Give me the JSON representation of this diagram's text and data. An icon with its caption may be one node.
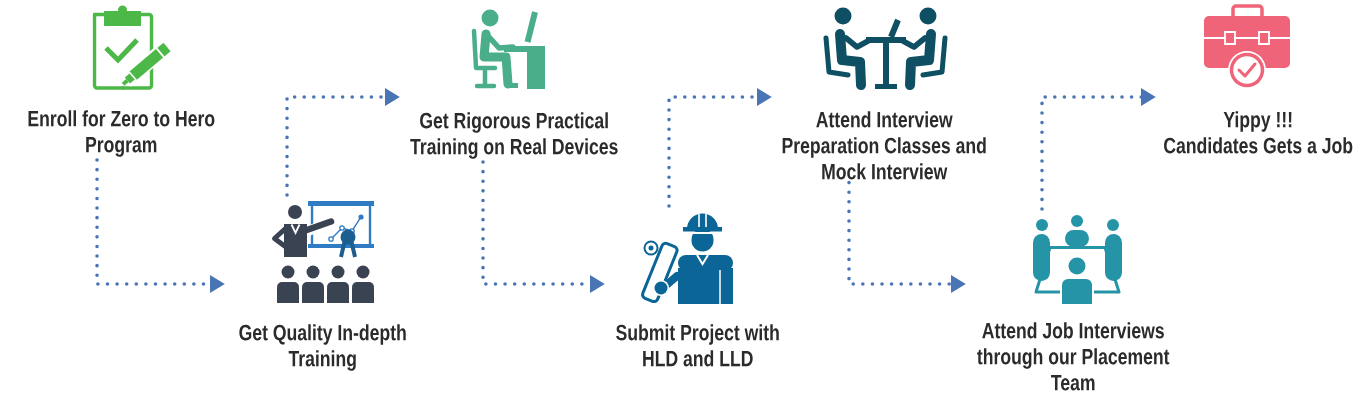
{
  "diagram": {
    "nodes": [
      {
        "text": [
          "Enroll for Zero to Hero Program"
        ]
      },
      {
        "text": [
          "Get Quality In-depth Training"
        ]
      },
      {
        "text": [
          "Get Rigorous Practical Training on Real Devices"
        ]
      },
      {
        "text": [
          "Submit Project with HLD and LLD"
        ]
      },
      {
        "text": [
          "Attend Interview Preparation Classes and Mock Interview"
        ]
      },
      {
        "text": [
          "Attend Job Interviews through our Placement Team"
        ]
      },
      {
        "text": [
          "Yippy !!!",
          "Candidates Gets a Job"
        ]
      }
    ],
    "edges": [
      {
        "from": 0,
        "to": 1,
        "arrow": "to"
      },
      {
        "from": 1,
        "to": 2,
        "arrow": "to"
      },
      {
        "from": 2,
        "to": 3,
        "arrow": "to"
      },
      {
        "from": 3,
        "to": 4,
        "arrow": "to"
      },
      {
        "from": 4,
        "to": 5,
        "arrow": "to"
      },
      {
        "from": 5,
        "to": 6,
        "arrow": "to"
      }
    ]
  }
}
